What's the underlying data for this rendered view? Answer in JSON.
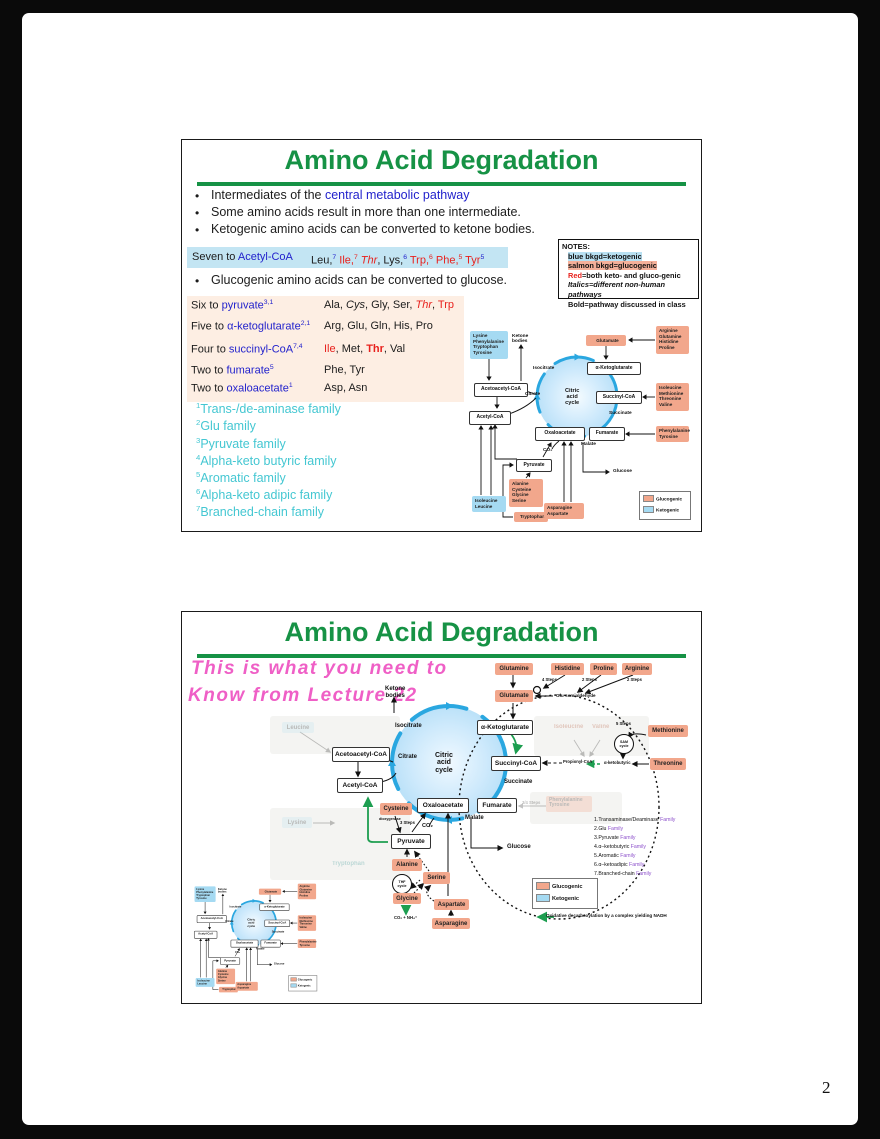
{
  "page": {
    "number": "2"
  },
  "slide1": {
    "title": "Amino Acid Degradation",
    "bullet_marker": "•",
    "bullet1_pre": "Intermediates of the ",
    "bullet1_link": "central metabolic pathway",
    "bullet2": "Some amino acids result in more than one intermediate.",
    "bullet3": "Ketogenic amino acids can be converted to ketone bodies.",
    "bullet4": "Glucogenic amino acids can be converted to glucose.",
    "seven_row": {
      "label_pre": "Seven to ",
      "label_link": "Acetyl-CoA",
      "t_leu": "Leu,",
      "s_leu": "7",
      "t_ile": " Ile,",
      "s_ile": "7",
      "t_thr": " Thr",
      "t_lys": ", Lys,",
      "s_lys": "6",
      "t_trp": " Trp,",
      "s_trp": "6",
      "t_phe": " Phe,",
      "s_phe": "5",
      "t_tyr": " Tyr",
      "s_tyr": "5"
    },
    "notes": {
      "heading": "NOTES:",
      "line1": "blue bkgd=ketogenic",
      "line2": "salmon bkgd=glucogenic",
      "line3_red": "Red",
      "line3_rest": "=both keto- and gluco-genic",
      "line4": "Italics=different non-human pathways",
      "line5": "Bold=pathway discussed in class"
    },
    "table": {
      "r1_pre": "Six to ",
      "r1_link": "pyruvate",
      "r1_sup": "3,1",
      "r1_a": "Ala, ",
      "r1_cys": "Cys",
      "r1_b": ", Gly, Ser, ",
      "r1_thr": "Thr",
      "r1_c": ", ",
      "r1_trp": "Trp",
      "r2_pre": "Five to ",
      "r2_link": "α-ketoglutarate",
      "r2_sup": "2,1",
      "r2_val": "Arg, Glu, Gln, His, Pro",
      "r3_pre": "Four to ",
      "r3_link": "succinyl-CoA",
      "r3_sup": "7,4",
      "r3_ile": "Ile",
      "r3_a": ", Met, ",
      "r3_thr": "Thr",
      "r3_b": ", Val",
      "r4_pre": "Two to ",
      "r4_link": "fumarate",
      "r4_sup": "5",
      "r4_val": "Phe, Tyr",
      "r5_pre": "Two to ",
      "r5_link": "oxaloacetate",
      "r5_sup": "1",
      "r5_val": "Asp, Asn"
    },
    "footnotes": [
      {
        "sup": "1",
        "text": "Trans-/de-aminase family"
      },
      {
        "sup": "2",
        "text": "Glu family"
      },
      {
        "sup": "3",
        "text": "Pyruvate family"
      },
      {
        "sup": "4",
        "text": "Alpha-keto butyric family"
      },
      {
        "sup": "5",
        "text": "Aromatic family"
      },
      {
        "sup": "6",
        "text": "Alpha-keto adipic family"
      },
      {
        "sup": "7",
        "text": "Branched-chain family"
      }
    ]
  },
  "cycle_diagram": {
    "keto_top": "Lysine\nPhenylalanine\nTryptophan\nTyrosine",
    "ketone_bodies": "Ketone\nbodies",
    "acetoacetyl": "Acetoacetyl-CoA",
    "acetyl": "Acetyl-CoA",
    "isocitrate": "Isocitrate",
    "citrate": "Citrate",
    "cycle": "Citric\nacid\ncycle",
    "alpha_kg": "α-Ketoglutarate",
    "glutamate": "Glutamate",
    "glucogenic_top": "Arginine\nGlutamine\nHistidine\nProline",
    "succinyl": "Succinyl-CoA",
    "glucogenic_mid": "Isoleucine\nMethionine\nThreonine\nValine",
    "succinate": "Succinate",
    "fumarate": "Fumarate",
    "glucogenic_low": "Phenylalanine\nTyrosine",
    "oxaloacetate": "Oxaloacetate",
    "malate": "Malate",
    "co2": "CO₂",
    "pyruvate": "Pyruvate",
    "glucose": "Glucose",
    "keto_bottom": "Isoleucine\nLeucine",
    "ala_group": "Alanine\nCysteine\nGlycine\nSerine",
    "tryptophan": "Tryptophan",
    "asp_group": "Asparagine\nAspartate",
    "legend_glucogenic": "Glucogenic",
    "legend_ketogenic": "Ketogenic"
  },
  "slide2": {
    "title": "Amino Acid Degradation",
    "handwriting1": "This is what you need to",
    "handwriting2": "Know from Lecture 22",
    "d": {
      "glutamine": "Glutamine",
      "histidine": "Histidine",
      "proline": "Proline",
      "arginine": "Arginine",
      "steps4": "4 Steps",
      "steps2a": "2 Steps",
      "steps2b": "2 Steps",
      "glutamate": "Glutamate",
      "glu_semialdehyde": "Glu-semialdehyde",
      "ketone_bodies": "Ketone\nbodies",
      "alpha_kg": "α-Ketoglutarate",
      "isocitrate": "Isocitrate",
      "citrate": "Citrate",
      "acetoacetyl": "Acetoacetyl-CoA",
      "acetyl": "Acetyl-CoA",
      "cycle": "Citric\nacid\ncycle",
      "succinyl": "Succinyl-CoA",
      "succinate": "Succinate",
      "fumarate": "Fumarate",
      "oxaloacetate": "Oxaloacetate",
      "malate": "Malate",
      "co2": "CO₂",
      "pyruvate": "Pyruvate",
      "glucose": "Glucose",
      "cysteine": "Cysteine",
      "dioxygenase": "dioxygenase",
      "steps3": "3 Steps",
      "alanine": "Alanine",
      "serine": "Serine",
      "glycine": "Glycine",
      "thf": "THF\ncycle",
      "co2_nh4": "CO₂ + NH₄⁺",
      "aspartate": "Aspartate",
      "asparagine": "Asparagine",
      "methionine": "Methionine",
      "sam": "SAM\ncycle",
      "steps5": "5 Steps",
      "threonine": "Threonine",
      "ketobutyric": "α-ketobutyric",
      "propionyl": "Propionyl-CoA",
      "leucine_faded": "Leucine",
      "lysine_faded": "Lysine",
      "tryptophan_faded": "Tryptophan",
      "isoleucine_faded": "Isoleucine",
      "valine_faded": "Valine",
      "phetyr_faded": "Phenylalanine\nTyrosine",
      "steps34_faded": "3/4 Steps"
    },
    "families": [
      {
        "num": "1.",
        "name": "Transaminase/Deaminase",
        "fam": " Family"
      },
      {
        "num": "2.",
        "name": "Glu",
        "fam": " Family"
      },
      {
        "num": "3.",
        "name": "Pyruvate",
        "fam": " Family"
      },
      {
        "num": "4.",
        "name": "α–ketobutyric",
        "fam": " Family"
      },
      {
        "num": "5.",
        "name": "Aromatic",
        "fam": " Family"
      },
      {
        "num": "6.",
        "name": "α–ketoadipic",
        "fam": " Family"
      },
      {
        "num": "7.",
        "name": "Branched-chain",
        "fam": " Family"
      }
    ],
    "legend_glucogenic": "Glucogenic",
    "legend_ketogenic": "Ketogenic",
    "note": "Oxidative decarboxylation by a complex yielding NADH"
  }
}
